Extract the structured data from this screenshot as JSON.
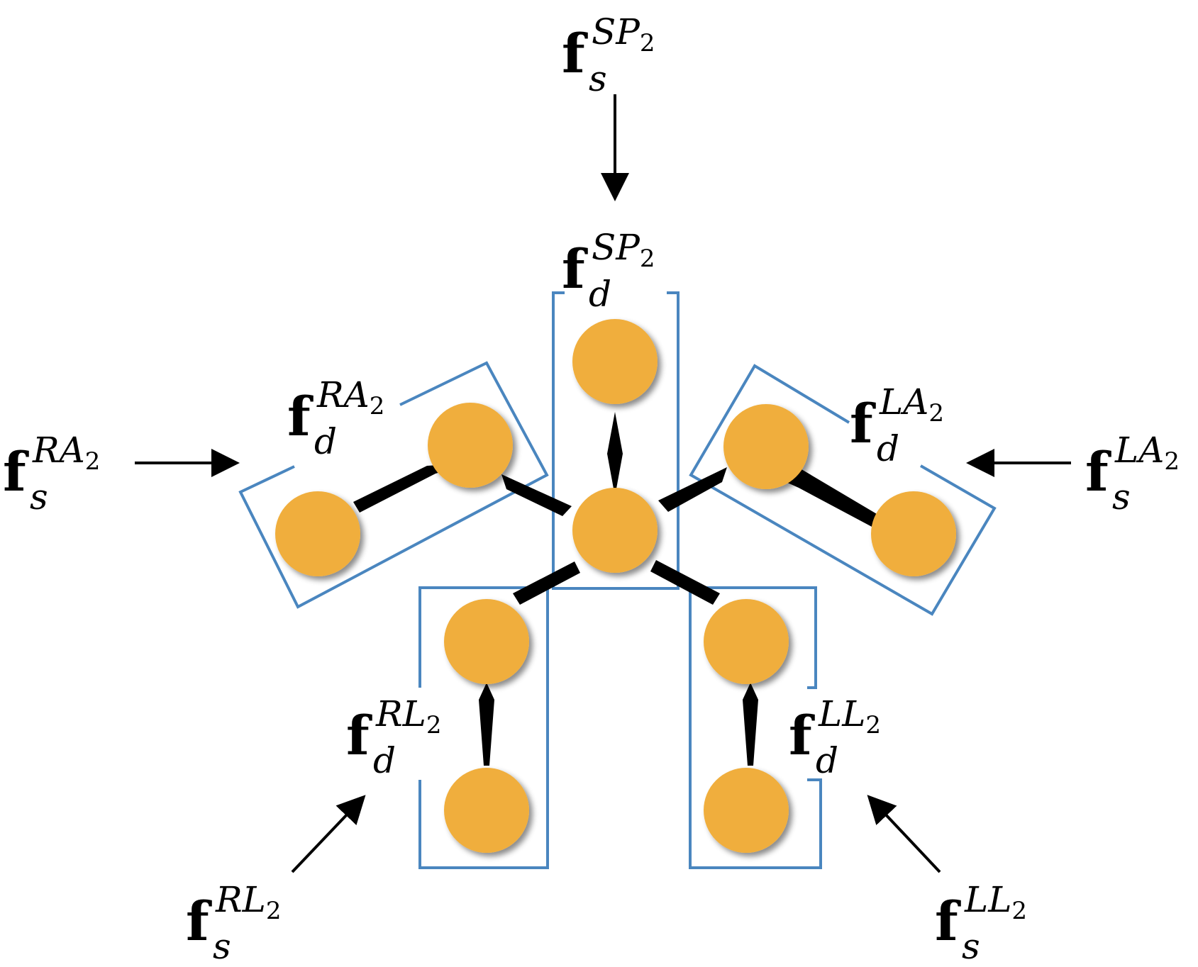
{
  "colors": {
    "joint": "#F0AE3C",
    "box": "#4A86BF",
    "bone": "#000000",
    "arrow": "#000000"
  },
  "labels": {
    "fs_sp": {
      "base": "f",
      "sup": "SP",
      "num": "2",
      "sub": "s"
    },
    "fd_sp": {
      "base": "f",
      "sup": "SP",
      "num": "2",
      "sub": "d"
    },
    "fs_ra": {
      "base": "f",
      "sup": "RA",
      "num": "2",
      "sub": "s"
    },
    "fd_ra": {
      "base": "f",
      "sup": "RA",
      "num": "2",
      "sub": "d"
    },
    "fs_la": {
      "base": "f",
      "sup": "LA",
      "num": "2",
      "sub": "s"
    },
    "fd_la": {
      "base": "f",
      "sup": "LA",
      "num": "2",
      "sub": "d"
    },
    "fd_rl": {
      "base": "f",
      "sup": "RL",
      "num": "2",
      "sub": "d"
    },
    "fs_rl": {
      "base": "f",
      "sup": "RL",
      "num": "2",
      "sub": "s"
    },
    "fd_ll": {
      "base": "f",
      "sup": "LL",
      "num": "2",
      "sub": "d"
    },
    "fs_ll": {
      "base": "f",
      "sup": "LL",
      "num": "2",
      "sub": "s"
    }
  }
}
